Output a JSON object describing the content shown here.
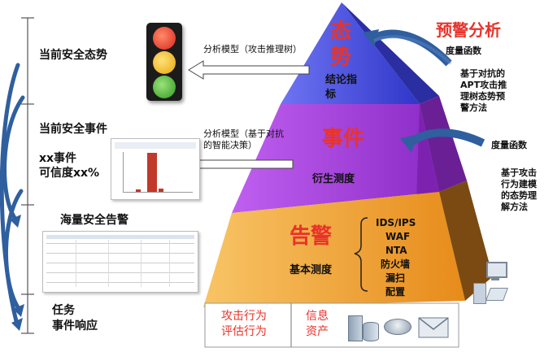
{
  "left_levels": {
    "situation": "当前安全态势",
    "event": "当前安全事件",
    "event_count": "xx事件",
    "event_confidence": "可信度xx%",
    "alert": "海量安全告警",
    "task": "任务",
    "task_response": "事件响应"
  },
  "pyramid": {
    "top_title": [
      "态",
      "势"
    ],
    "top_sub": "结论指标",
    "mid_title": "事件",
    "mid_sub": "衍生测度",
    "bot_title": "告警",
    "bot_sub": "基本测度",
    "sources": [
      "IDS/IPS",
      "WAF",
      "NTA",
      "防火墙",
      "漏扫",
      "配置"
    ]
  },
  "analysis": {
    "model_top": "分析模型（攻击推理树）",
    "model_mid_1": "分析模型（基于对抗",
    "model_mid_2": "的智能决策）",
    "warning_title": "预警分析",
    "metric_fn_1": "度量函数",
    "method_1": [
      "基于对抗的",
      "APT攻击推",
      "理树态势预",
      "警方法"
    ],
    "metric_fn_2": "度量函数",
    "method_2": [
      "基于攻击",
      "行为建模",
      "的态势理",
      "解方法"
    ]
  },
  "bottom": {
    "behavior_1": "攻击行为",
    "behavior_2": "评估行为",
    "asset_1": "信息",
    "asset_2": "资产"
  },
  "colors": {
    "red": "#e8332b",
    "blue_dark": "#2f5f9e",
    "pyramid_top": "#4a55e0",
    "pyramid_mid": "#a638d8",
    "pyramid_bot": "#f2a52a"
  }
}
